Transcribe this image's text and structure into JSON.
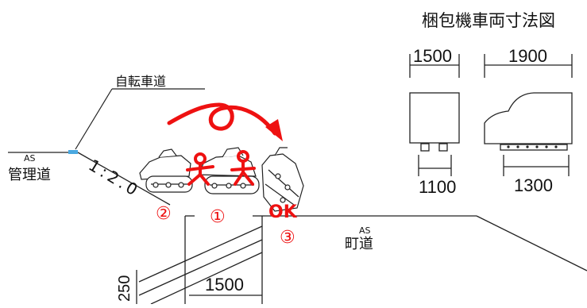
{
  "title": "梱包機車両寸法図",
  "labels": {
    "bicycle_road": "自転車道",
    "management_road": "管理道",
    "town_road": "町道",
    "as_left": "AS",
    "as_right": "AS",
    "slope": "1:2.0"
  },
  "dimensions": {
    "top_left": "1500",
    "top_right": "1900",
    "bottom_left": "1100",
    "bottom_right": "1300",
    "ditch_width": "1500",
    "ditch_depth": "250"
  },
  "markers": {
    "m1": "①",
    "m2": "②",
    "m3": "③",
    "ok": "OK"
  },
  "colors": {
    "annotation": "#ee1111",
    "line": "#222222",
    "marker_blue": "#4aa8e0"
  }
}
